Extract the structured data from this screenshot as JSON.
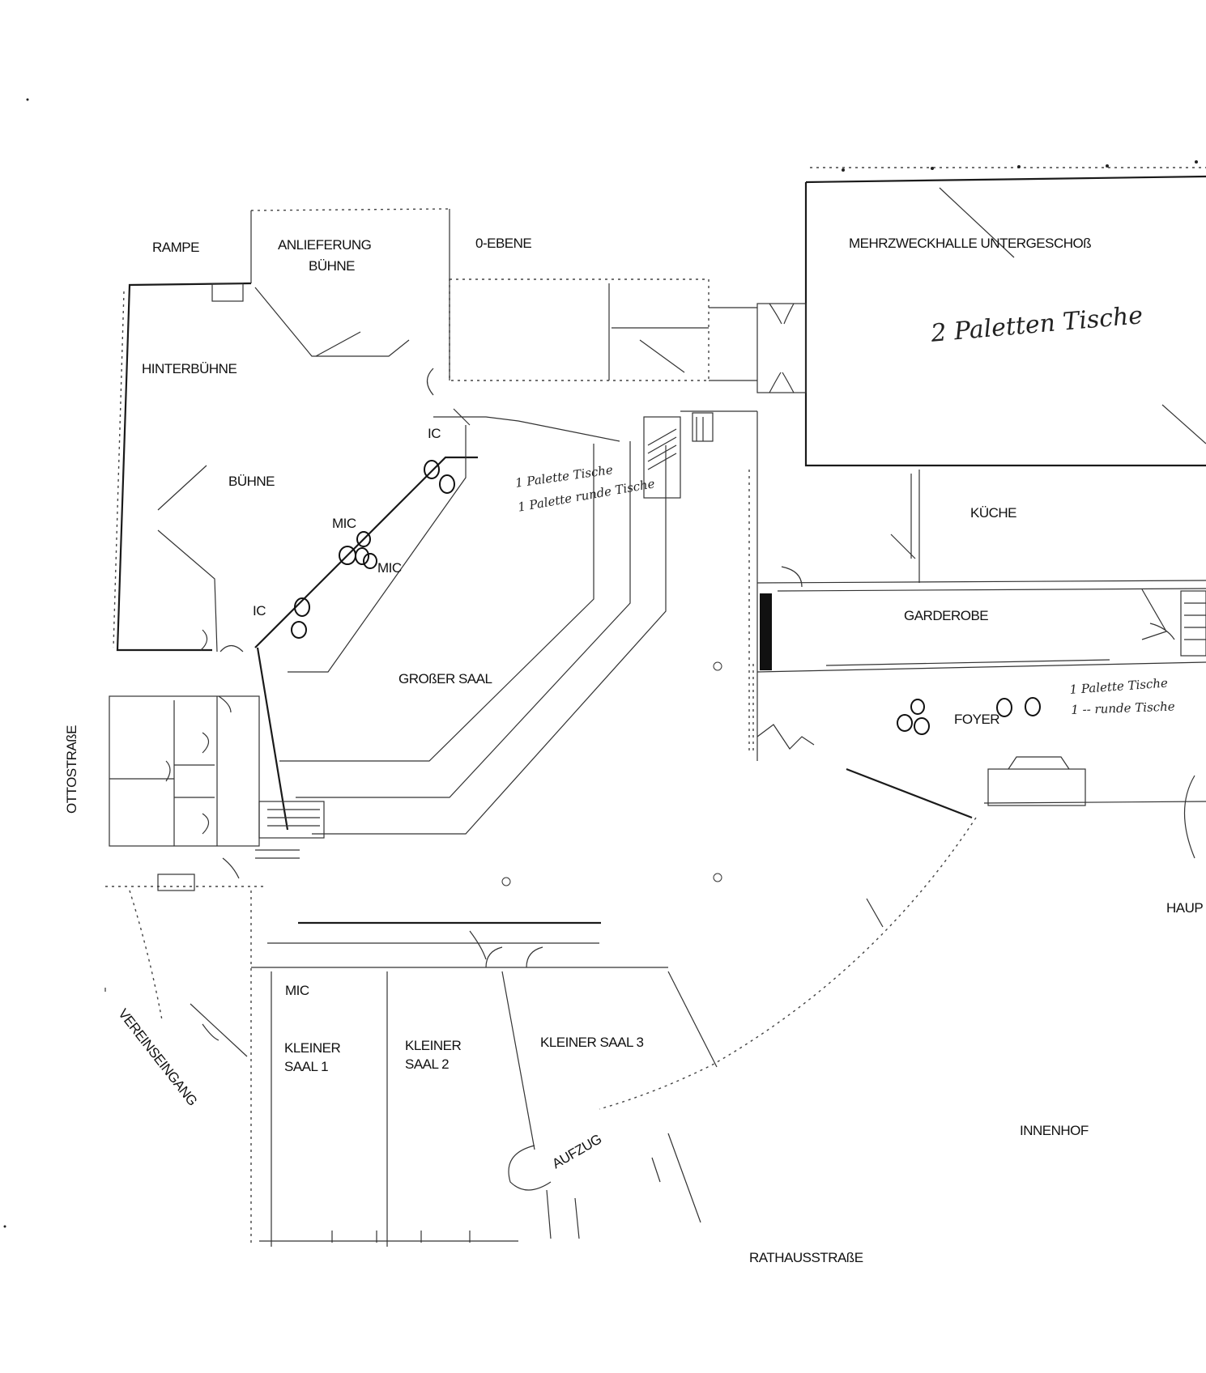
{
  "rooms": {
    "rampe": "RAMPE",
    "anlieferung_line1": "ANLIEFERUNG",
    "anlieferung_line2": "BÜHNE",
    "o_ebene": "0-EBENE",
    "mehrzweckhalle": "MEHRZWECKHALLE UNTERGESCHOß",
    "hinterbuehne": "HINTERBÜHNE",
    "buehne": "BÜHNE",
    "kueche": "KÜCHE",
    "garderobe": "GARDEROBE",
    "foyer": "FOYER",
    "grosser_saal": "GROßER SAAL",
    "kleiner_saal_1_line1": "KLEINER",
    "kleiner_saal_1_line2": "SAAL 1",
    "kleiner_saal_2_line1": "KLEINER",
    "kleiner_saal_2_line2": "SAAL 2",
    "kleiner_saal_3": "KLEINER SAAL 3",
    "aufzug": "AUFZUG",
    "innenhof": "INNENHOF",
    "haupt": "HAUP"
  },
  "streets": {
    "ottostrasse": "OTTOSTRAßE",
    "rathausstrasse": "RATHAUSSTRAßE",
    "vereinseingang": "VEREINSEINGANG"
  },
  "markers": {
    "ic_top": "IC",
    "ic_bottom": "IC",
    "mic_1": "MIC",
    "mic_2": "MIC",
    "mic_3": "MIC"
  },
  "handwritten": {
    "mehrzweckhalle_note": "2 Paletten Tische",
    "stage_note_line1": "1 Palette Tische",
    "stage_note_line2": "1 Palette runde Tische",
    "foyer_note_line1": "1 Palette Tische",
    "foyer_note_line2": "1 -- runde Tische"
  }
}
